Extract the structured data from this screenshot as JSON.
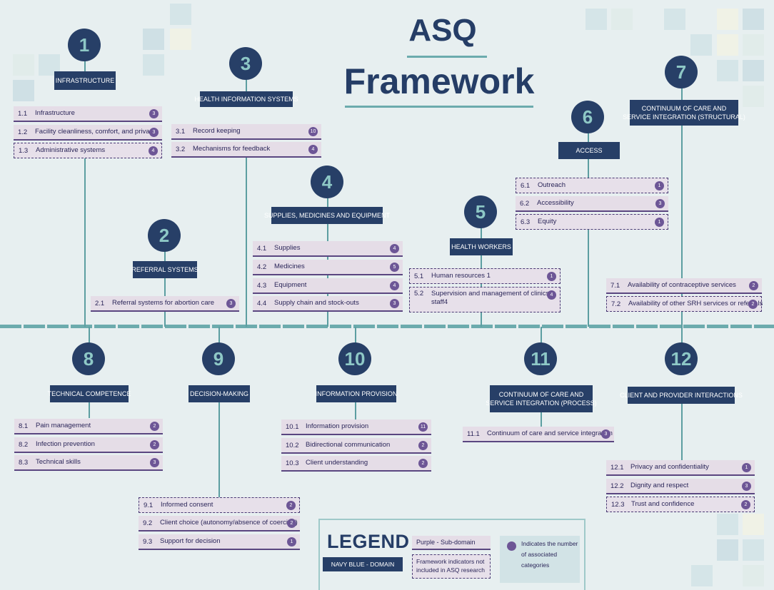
{
  "title": {
    "line1": "ASQ",
    "line2": "Framework"
  },
  "colors": {
    "domain": "#273f67",
    "subdomain": "#e5dde7",
    "badge": "#6d5696",
    "connector": "#5c9ea1",
    "background": "#e7eff0"
  },
  "domains": [
    {
      "num": "1",
      "label": "INFRASTRUCTURE",
      "items": [
        {
          "num": "1.1",
          "label": "Infrastructure",
          "count": "3"
        },
        {
          "num": "1.2",
          "label": "Facility cleanliness, comfort, and privacy",
          "count": "3"
        },
        {
          "num": "1.3",
          "label": "Administrative systems",
          "count": "4"
        }
      ]
    },
    {
      "num": "2",
      "label": "REFERRAL SYSTEMS",
      "items": [
        {
          "num": "2.1",
          "label": "Referral systems for abortion care",
          "count": "3"
        }
      ]
    },
    {
      "num": "3",
      "label": "HEALTH INFORMATION SYSTEMS",
      "items": [
        {
          "num": "3.1",
          "label": "Record keeping",
          "count": "10"
        },
        {
          "num": "3.2",
          "label": "Mechanisms for feedback",
          "count": "4"
        }
      ]
    },
    {
      "num": "4",
      "label": "SUPPLIES, MEDICINES AND EQUIPMENT",
      "items": [
        {
          "num": "4.1",
          "label": "Supplies",
          "count": "4"
        },
        {
          "num": "4.2",
          "label": "Medicines",
          "count": "5"
        },
        {
          "num": "4.3",
          "label": "Equipment",
          "count": "4"
        },
        {
          "num": "4.4",
          "label": "Supply chain and stock-outs",
          "count": "3"
        }
      ]
    },
    {
      "num": "5",
      "label": "HEALTH WORKERS",
      "items": [
        {
          "num": "5.1",
          "label": "Human resources 1",
          "count": "1"
        },
        {
          "num": "5.2",
          "label": "Supervision and management of clinics/\nstaff4",
          "count": "4"
        }
      ]
    },
    {
      "num": "6",
      "label": "ACCESS",
      "items": [
        {
          "num": "6.1",
          "label": "Outreach",
          "count": "1"
        },
        {
          "num": "6.2",
          "label": "Accessibility",
          "count": "3"
        },
        {
          "num": "6.3",
          "label": "Equity",
          "count": "1"
        }
      ]
    },
    {
      "num": "7",
      "label": "CONTINUUM OF CARE AND\nSERVICE INTEGRATION (STRUCTURAL)",
      "items": [
        {
          "num": "7.1",
          "label": "Availability of contraceptive services",
          "count": "2"
        },
        {
          "num": "7.2",
          "label": "Availability of other SRH services or referrals",
          "count": "2"
        }
      ]
    },
    {
      "num": "8",
      "label": "TECHNICAL COMPETENCE",
      "items": [
        {
          "num": "8.1",
          "label": "Pain management",
          "count": "2"
        },
        {
          "num": "8.2",
          "label": "Infection prevention",
          "count": "2"
        },
        {
          "num": "8.3",
          "label": "Technical skills",
          "count": "3"
        }
      ]
    },
    {
      "num": "9",
      "label": "DECISION-MAKING",
      "items": [
        {
          "num": "9.1",
          "label": "Informed consent",
          "count": "2"
        },
        {
          "num": "9.2",
          "label": "Client choice (autonomy/absence of coercion)",
          "count": "2"
        },
        {
          "num": "9.3",
          "label": "Support for decision",
          "count": "1"
        }
      ]
    },
    {
      "num": "10",
      "label": "INFORMATION PROVISION",
      "items": [
        {
          "num": "10.1",
          "label": "Information provision",
          "count": "11"
        },
        {
          "num": "10.2",
          "label": "Bidirectional communication",
          "count": "2"
        },
        {
          "num": "10.3",
          "label": "Client understanding",
          "count": "2"
        }
      ]
    },
    {
      "num": "11",
      "label": "CONTINUUM OF CARE AND\nSERVICE INTEGRATION (PROCESS)",
      "items": [
        {
          "num": "11.1",
          "label": "Continuum of care and service integration",
          "count": "3"
        }
      ]
    },
    {
      "num": "12",
      "label": "CLIENT AND PROVIDER INTERACTIONS",
      "items": [
        {
          "num": "12.1",
          "label": "Privacy and confidentiality",
          "count": "1"
        },
        {
          "num": "12.2",
          "label": "Dignity and respect",
          "count": "3"
        },
        {
          "num": "12.3",
          "label": "Trust and confidence",
          "count": "2"
        }
      ]
    }
  ],
  "legend": {
    "title": "LEGEND",
    "domain": "NAVY BLUE - DOMAIN",
    "subdomain": "Purple - Sub-domain",
    "not_included": "Framework indicators not included in ASQ research",
    "count": "Indicates the number of associated categories"
  }
}
